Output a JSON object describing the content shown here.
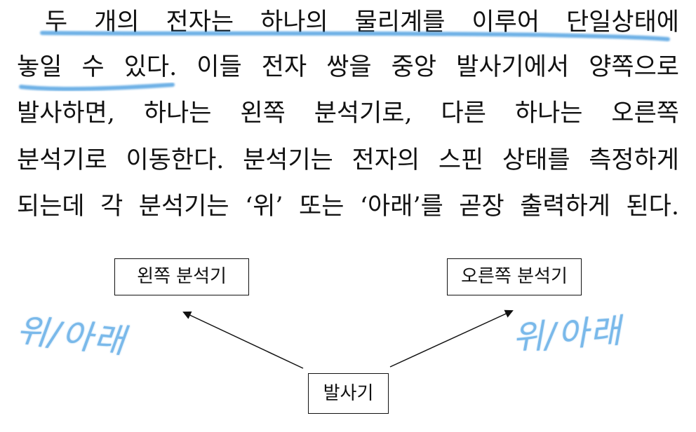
{
  "paragraph": {
    "lines": [
      "두 개의 전자는 하나의 물리계를 이루어 단일상태에",
      "놓일 수 있다. 이들 전자 쌍을 중앙 발사기에서 양쪽으로",
      "발사하면, 하나는 왼쪽 분석기로, 다른 하나는 오른쪽",
      "분석기로 이동한다. 분석기는 전자의 스핀 상태를 측정하게",
      "되는데 각 분석기는 ‘위’ 또는 ‘아래’를 곧장 출력하게 된다."
    ]
  },
  "diagram": {
    "left_box": "왼쪽 분석기",
    "right_box": "오른쪽 분석기",
    "center_box": "발사기"
  },
  "annotations": {
    "left_note": "위/아래",
    "right_note": "위/아래",
    "highlight_color": "#4a9de0"
  }
}
